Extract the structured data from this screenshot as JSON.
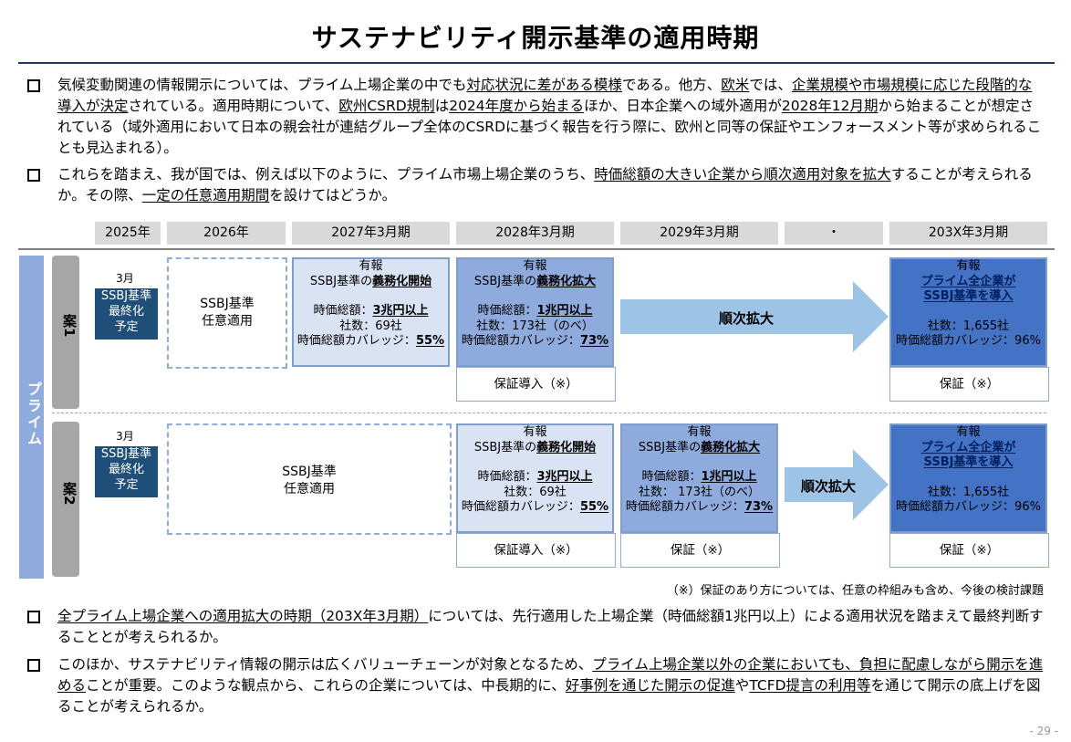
{
  "title": "サステナビリティ開示基準の適用時期",
  "bullets_top": [
    {
      "parts": [
        {
          "t": "気候変動関連の情報開示については、プライム上場企業の中でも",
          "u": false
        },
        {
          "t": "対応状況に差がある模様",
          "u": true
        },
        {
          "t": "である。他方、",
          "u": false
        },
        {
          "t": "欧米",
          "u": true
        },
        {
          "t": "では、",
          "u": false
        },
        {
          "t": "企業規模や市場規模に応じた段階的な導入が決定",
          "u": true
        },
        {
          "t": "されている。適用時期について、",
          "u": false
        },
        {
          "t": "欧州CSRD規制",
          "u": true
        },
        {
          "t": "は",
          "u": false
        },
        {
          "t": "2024年度から始まる",
          "u": true
        },
        {
          "t": "ほか、日本企業への域外適用が",
          "u": false
        },
        {
          "t": "2028年12月期",
          "u": true
        },
        {
          "t": "から始まることが想定されている（域外適用において日本の親会社が連結グループ全体のCSRDに基づく報告を行う際に、欧州と同等の保証やエンフォースメント等が求められることも見込まれる）。",
          "u": false
        }
      ]
    },
    {
      "parts": [
        {
          "t": "これらを踏まえ、我が国では、例えば以下のように、プライム市場上場企業のうち、",
          "u": false
        },
        {
          "t": "時価総額の大きい企業から順次適用対象を拡大",
          "u": true
        },
        {
          "t": "することが考えられるか。その際、",
          "u": false
        },
        {
          "t": "一定の任意適用期間",
          "u": true
        },
        {
          "t": "を設けてはどうか。",
          "u": false
        }
      ]
    }
  ],
  "years": [
    "2025年",
    "2026年",
    "2027年3月期",
    "2028年3月期",
    "2029年3月期",
    "・",
    "203X年3月期"
  ],
  "prime_label": "プライム",
  "plan1": {
    "label": "案1",
    "month": "3月",
    "ssbj_box": [
      "SSBJ基準",
      "最終化",
      "予定"
    ],
    "voluntary": [
      "SSBJ基準",
      "任意適用"
    ],
    "c2027": {
      "l1": "有報",
      "l2a": "SSBJ基準の",
      "l2b": "義務化開始",
      "l3a": "時価総額：",
      "l3b": "3兆円以上",
      "l4": "社数：69社",
      "l5a": "時価総額カバレッジ：",
      "l5b": "55%"
    },
    "c2028": {
      "l1": "有報",
      "l2a": "SSBJ基準の",
      "l2b": "義務化拡大",
      "l3a": "時価総額：",
      "l3b": "1兆円以上",
      "l4": "社数：173社（のべ）",
      "l5a": "時価総額カバレッジ：",
      "l5b": "73%"
    },
    "assurance_2028": "保証導入（※）",
    "arrow": "順次拡大",
    "c203x": {
      "l1": "有報",
      "l2": "プライム全企業が",
      "l3": "SSBJ基準を導入",
      "l4": "社数：1,655社",
      "l5": "時価総額カバレッジ：96%"
    },
    "assurance_203x": "保証（※）"
  },
  "plan2": {
    "label": "案2",
    "month": "3月",
    "ssbj_box": [
      "SSBJ基準",
      "最終化",
      "予定"
    ],
    "voluntary": [
      "SSBJ基準",
      "任意適用"
    ],
    "c2028": {
      "l1": "有報",
      "l2a": "SSBJ基準の",
      "l2b": "義務化開始",
      "l3a": "時価総額：",
      "l3b": "3兆円以上",
      "l4": "社数：69社",
      "l5a": "時価総額カバレッジ：",
      "l5b": "55%"
    },
    "assurance_2028": "保証導入（※）",
    "c2029": {
      "l1": "有報",
      "l2a": "SSBJ基準の",
      "l2b": "義務化拡大",
      "l3a": "時価総額：",
      "l3b": "1兆円以上",
      "l4": "社数： 173社（のべ）",
      "l5a": "時価総額カバレッジ：",
      "l5b": "73%"
    },
    "assurance_2029": "保証（※）",
    "arrow": "順次拡大",
    "c203x": {
      "l1": "有報",
      "l2": "プライム全企業が",
      "l3": "SSBJ基準を導入",
      "l4": "社数：1,655社",
      "l5": "時価総額カバレッジ：96%"
    },
    "assurance_203x": "保証（※）"
  },
  "note": "（※）保証のあり方については、任意の枠組みも含め、今後の検討課題",
  "bullets_bottom": [
    {
      "parts": [
        {
          "t": "全プライム上場企業への適用拡大の時期（203X年3月期）",
          "u": true
        },
        {
          "t": "については、先行適用した上場企業（時価総額1兆円以上）による適用状況を踏まえて最終判断することとが考えられるか。",
          "u": false
        }
      ]
    },
    {
      "parts": [
        {
          "t": "このほか、サステナビリティ情報の開示は広くバリューチェーンが対象となるため、",
          "u": false
        },
        {
          "t": "プライム上場企業以外の企業においても、負担に配慮しながら開示を進める",
          "u": true
        },
        {
          "t": "ことが重要。このような観点から、これらの企業については、中長期的に、",
          "u": false
        },
        {
          "t": "好事例を通じた開示の促進",
          "u": true
        },
        {
          "t": "や",
          "u": false
        },
        {
          "t": "TCFD提言の利用等",
          "u": true
        },
        {
          "t": "を通じて開示の底上げを図ることが考えられるか。",
          "u": false
        }
      ]
    }
  ],
  "page_number": "- 29 -"
}
